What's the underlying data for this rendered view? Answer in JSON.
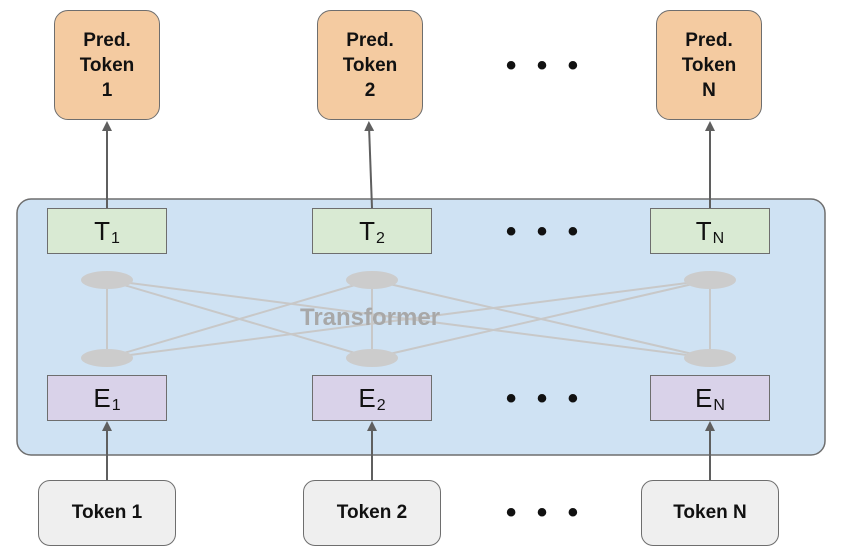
{
  "pred_tokens": [
    {
      "line1": "Pred.",
      "line2": "Token",
      "line3": "1"
    },
    {
      "line1": "Pred.",
      "line2": "Token",
      "line3": "2"
    },
    {
      "line1": "Pred.",
      "line2": "Token",
      "line3": "N"
    }
  ],
  "outputs": [
    {
      "symbol": "T",
      "sub": "1"
    },
    {
      "symbol": "T",
      "sub": "2"
    },
    {
      "symbol": "T",
      "sub": "N"
    }
  ],
  "embeddings": [
    {
      "symbol": "E",
      "sub": "1"
    },
    {
      "symbol": "E",
      "sub": "2"
    },
    {
      "symbol": "E",
      "sub": "N"
    }
  ],
  "inputs": [
    "Token 1",
    "Token 2",
    "Token N"
  ],
  "transformer_label": "Transformer",
  "ellipsis": "• • •",
  "colors": {
    "pred_fill": "#f4cba1",
    "output_fill": "#d9ead3",
    "embedding_fill": "#d9d2e9",
    "input_fill": "#efefef",
    "transformer_fill": "#cfe2f3",
    "node_color": "#cccccc"
  }
}
